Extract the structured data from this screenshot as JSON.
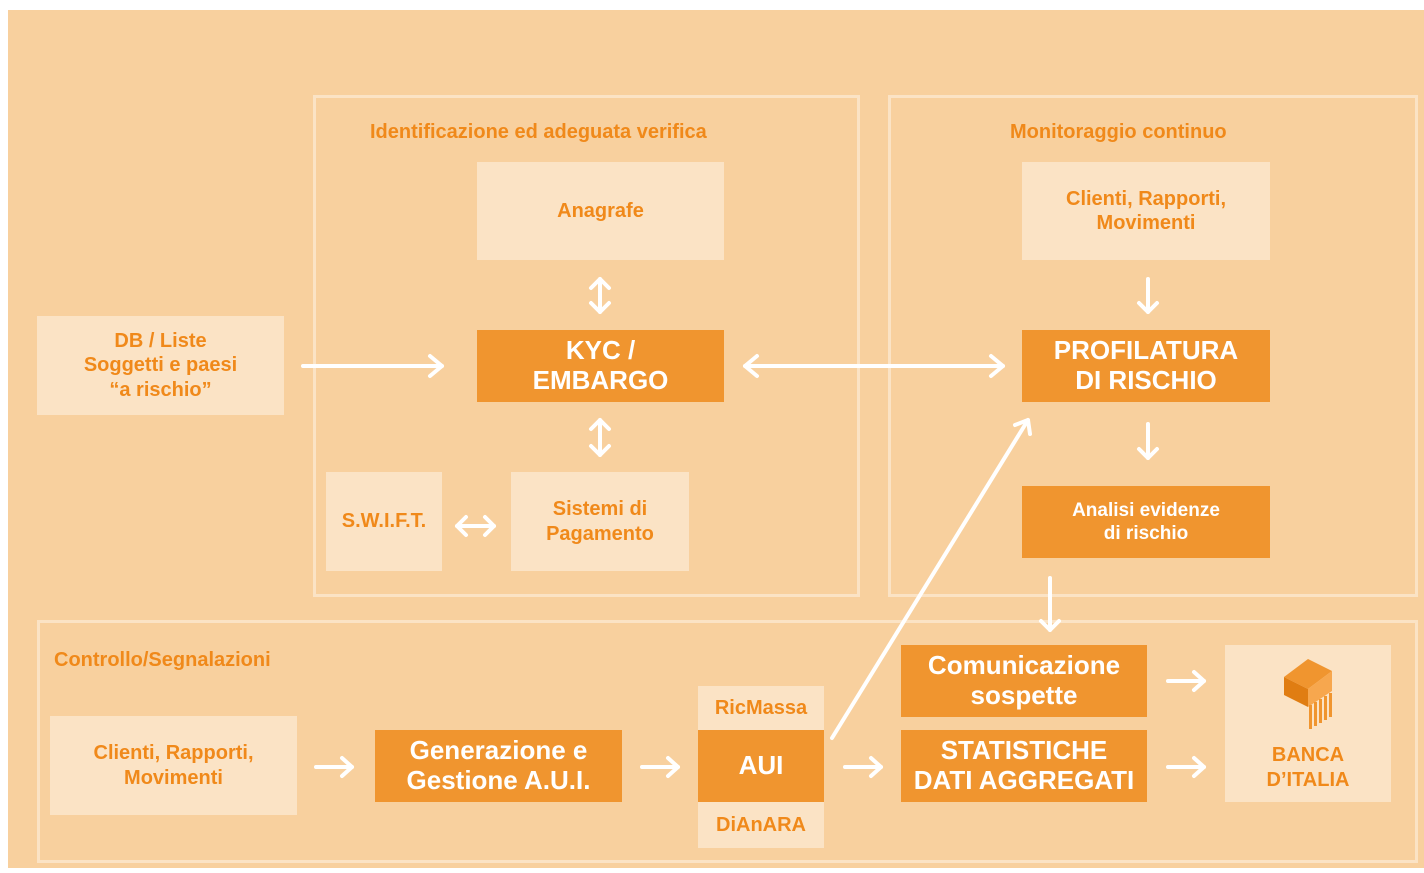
{
  "groups": {
    "identification": "Identificazione ed adeguata verifica",
    "monitoring": "Monitoraggio continuo",
    "control": "Controllo/Segnalazioni"
  },
  "nodes": {
    "db_lists": "DB / Liste\nSoggetti e paesi\n“a rischio”",
    "anagrafe": "Anagrafe",
    "kyc": "KYC /\nEMBARGO",
    "swift": "S.W.I.F.T.",
    "payment_systems": "Sistemi di\nPagamento",
    "monitor_clients": "Clienti, Rapporti,\nMovimenti",
    "risk_profiling": "PROFILATURA\nDI RISCHIO",
    "risk_analysis": "Analisi evidenze\ndi rischio",
    "control_clients": "Clienti, Rapporti,\nMovimenti",
    "aui_generation": "Generazione e\nGestione A.U.I.",
    "ricmassa": "RicMassa",
    "aui": "AUI",
    "dianara": "DiAnARA",
    "suspicious": "Comunicazione\nsospette",
    "statistics": "STATISTICHE\nDATI AGGREGATI",
    "bank": "BANCA\nD’ITALIA"
  },
  "colors": {
    "background": "#f8d09e",
    "light_box": "#fbe3c5",
    "dark_box": "#f0952f",
    "accent_text": "#f0891a",
    "arrow": "#ffffff"
  },
  "icons": {
    "bank": "bank-building-icon"
  }
}
